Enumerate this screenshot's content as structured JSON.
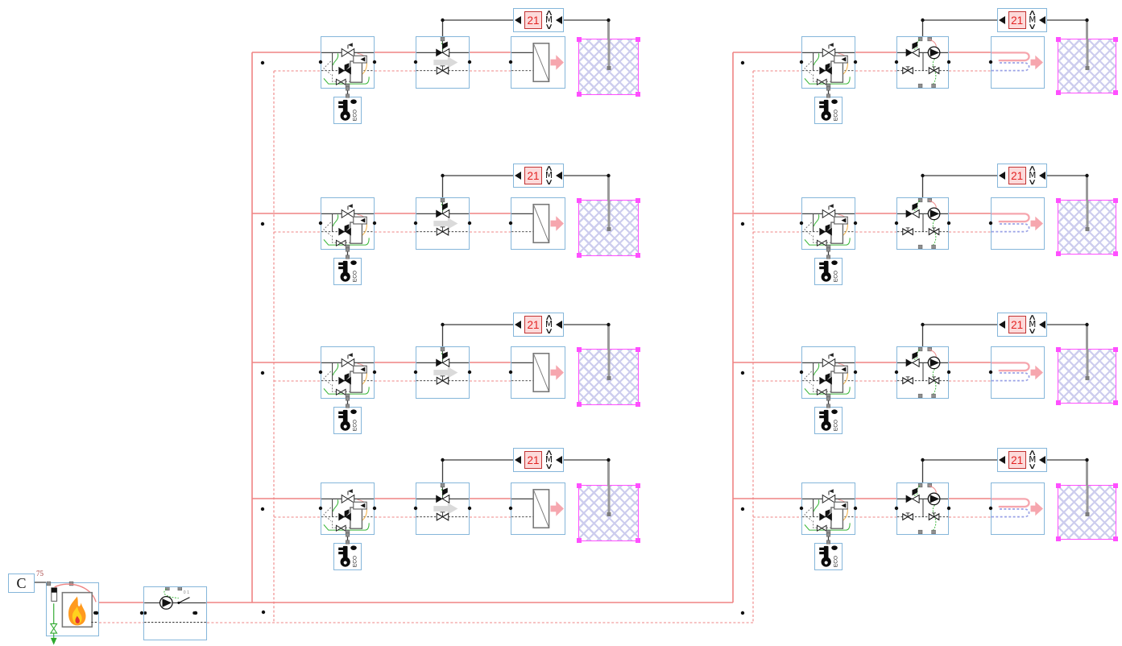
{
  "diagram": {
    "kind": "hydronic-heating-plant-schematic",
    "zones_total": 8
  },
  "source_unit": {
    "constant_label": "C",
    "setpoint_value": "75"
  },
  "pump_unit": {
    "mode_label": "0 1"
  },
  "branches": [
    {
      "id": "left-1",
      "side": "left",
      "row": 1,
      "room_setpoint": "21",
      "motor_label": "M",
      "occupancy_label": "ECO",
      "emitter": "radiator"
    },
    {
      "id": "left-2",
      "side": "left",
      "row": 2,
      "room_setpoint": "21",
      "motor_label": "M",
      "occupancy_label": "ECO",
      "emitter": "radiator"
    },
    {
      "id": "left-3",
      "side": "left",
      "row": 3,
      "room_setpoint": "21",
      "motor_label": "M",
      "occupancy_label": "ECO",
      "emitter": "radiator"
    },
    {
      "id": "left-4",
      "side": "left",
      "row": 4,
      "room_setpoint": "21",
      "motor_label": "M",
      "occupancy_label": "ECO",
      "emitter": "radiator"
    },
    {
      "id": "right-1",
      "side": "right",
      "row": 1,
      "room_setpoint": "21",
      "motor_label": "M",
      "occupancy_label": "ECO",
      "emitter": "floor-heating"
    },
    {
      "id": "right-2",
      "side": "right",
      "row": 2,
      "room_setpoint": "21",
      "motor_label": "M",
      "occupancy_label": "ECO",
      "emitter": "floor-heating"
    },
    {
      "id": "right-3",
      "side": "right",
      "row": 3,
      "room_setpoint": "21",
      "motor_label": "M",
      "occupancy_label": "ECO",
      "emitter": "floor-heating"
    },
    {
      "id": "right-4",
      "side": "right",
      "row": 4,
      "room_setpoint": "21",
      "motor_label": "M",
      "occupancy_label": "ECO",
      "emitter": "floor-heating"
    }
  ],
  "colors": {
    "supply_pipe": "#ef8484",
    "return_pipe": "#ef8484",
    "block_border": "#85b6da",
    "zone_border": "#ff4fff",
    "zone_hatch": "#cdcdee",
    "setpoint_red": "#e32222",
    "signal_wire": "#3c3c3c",
    "arrow_pink": "#f6a6ae",
    "arrow_gray": "#dadada",
    "control_green": "#3db83d",
    "control_orange": "#f2b24c"
  }
}
